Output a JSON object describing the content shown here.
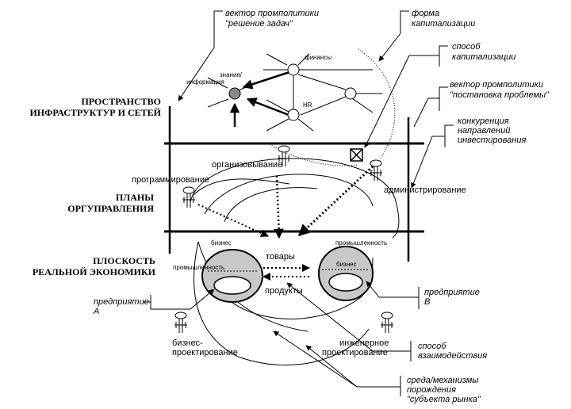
{
  "layers": {
    "infrastructure": [
      "ПРОСТРАНСТВО",
      "ИНФРАСТРУКТУР И СЕТЕЙ"
    ],
    "management": [
      "ПЛАНЫ",
      "ОРГУПРАВЛЕНИЯ"
    ],
    "economy": [
      "ПЛОСКОСТЬ",
      "РЕАЛЬНОЙ ЭКОНОМИКИ"
    ]
  },
  "network": {
    "knowledge": [
      "знания/",
      "информация"
    ],
    "finance": "финансы",
    "hr": "HR"
  },
  "activities": {
    "organizing": "организовывание",
    "programming": "программирование",
    "administration": "администрирование",
    "business_design": [
      "бизнес-",
      "проектирование"
    ],
    "engineering_design": [
      "инженерное",
      "проектирование"
    ]
  },
  "enterprise_a": {
    "business": "бизнес",
    "industry": "промышленность"
  },
  "enterprise_b": {
    "business": "бизнес",
    "industry": "промышленность"
  },
  "flows": {
    "goods": "товары",
    "products": "продукты"
  },
  "callouts": {
    "policy_vector_tasks": [
      "вектор промполитики",
      "\"решение задач\""
    ],
    "capitalization_form": [
      "форма",
      "капитализации"
    ],
    "capitalization_method": [
      "способ",
      "капитализации"
    ],
    "policy_vector_problem": [
      "вектор промполитики",
      "\"постановка проблемы\""
    ],
    "investment_competition": [
      "конкуренция",
      "направлений",
      "инвестирования"
    ],
    "enterprise_a": [
      "предприятие",
      "А"
    ],
    "enterprise_b": [
      "предприятие",
      "В"
    ],
    "interaction_method": [
      "способ",
      "взаимодействия"
    ],
    "market_subject": [
      "среда/механизмы",
      "порождения",
      "\"субъекта рынка\""
    ]
  }
}
